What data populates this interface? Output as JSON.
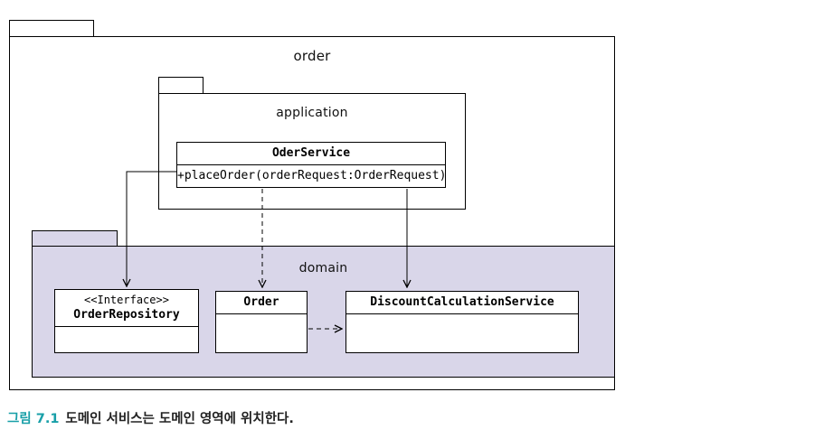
{
  "diagram": {
    "packages": {
      "order": {
        "label": "order"
      },
      "application": {
        "label": "application"
      },
      "domain": {
        "label": "domain"
      }
    },
    "classes": {
      "order_service": {
        "name": "OderService",
        "method": "+placeOrder(orderRequest:OrderRequest)"
      },
      "order_repository": {
        "stereotype": "<<Interface>>",
        "name": "OrderRepository"
      },
      "order": {
        "name": "Order"
      },
      "discount_service": {
        "name": "DiscountCalculationService"
      }
    },
    "relations": [
      {
        "from": "OderService",
        "to": "OrderRepository",
        "style": "solid-arrow"
      },
      {
        "from": "OderService",
        "to": "Order",
        "style": "dashed-arrow"
      },
      {
        "from": "OderService",
        "to": "DiscountCalculationService",
        "style": "solid-arrow"
      },
      {
        "from": "Order",
        "to": "DiscountCalculationService",
        "style": "dashed-arrow"
      }
    ]
  },
  "caption": {
    "label": "그림 7.1",
    "text": "도메인 서비스는 도메인 영역에 위치한다."
  },
  "colors": {
    "domain_fill": "#d9d6e9",
    "caption_accent": "#189fa8",
    "diagram_line": "#000000"
  }
}
